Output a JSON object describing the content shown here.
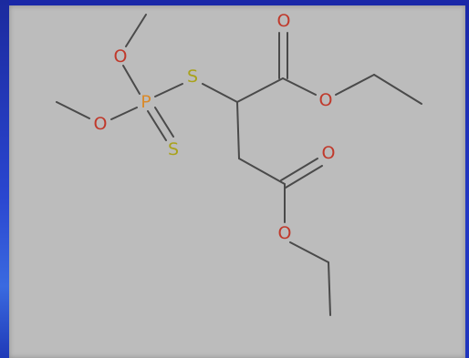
{
  "molecule": {
    "colors": {
      "oxygen": "#c0392b",
      "phosphorus": "#d98a2b",
      "sulfur": "#a9a21c",
      "bond": "#4a4a4a",
      "background": "#bcbcbc",
      "frame": "#1f35bd"
    },
    "atoms": {
      "o_methoxy_top": "O",
      "o_methoxy_left": "O",
      "p_center": "P",
      "s_thione": "S",
      "s_bridge": "S",
      "o_carbonyl_top": "O",
      "o_ester_top": "O",
      "o_carbonyl_bottom": "O",
      "o_ester_bottom": "O"
    }
  }
}
